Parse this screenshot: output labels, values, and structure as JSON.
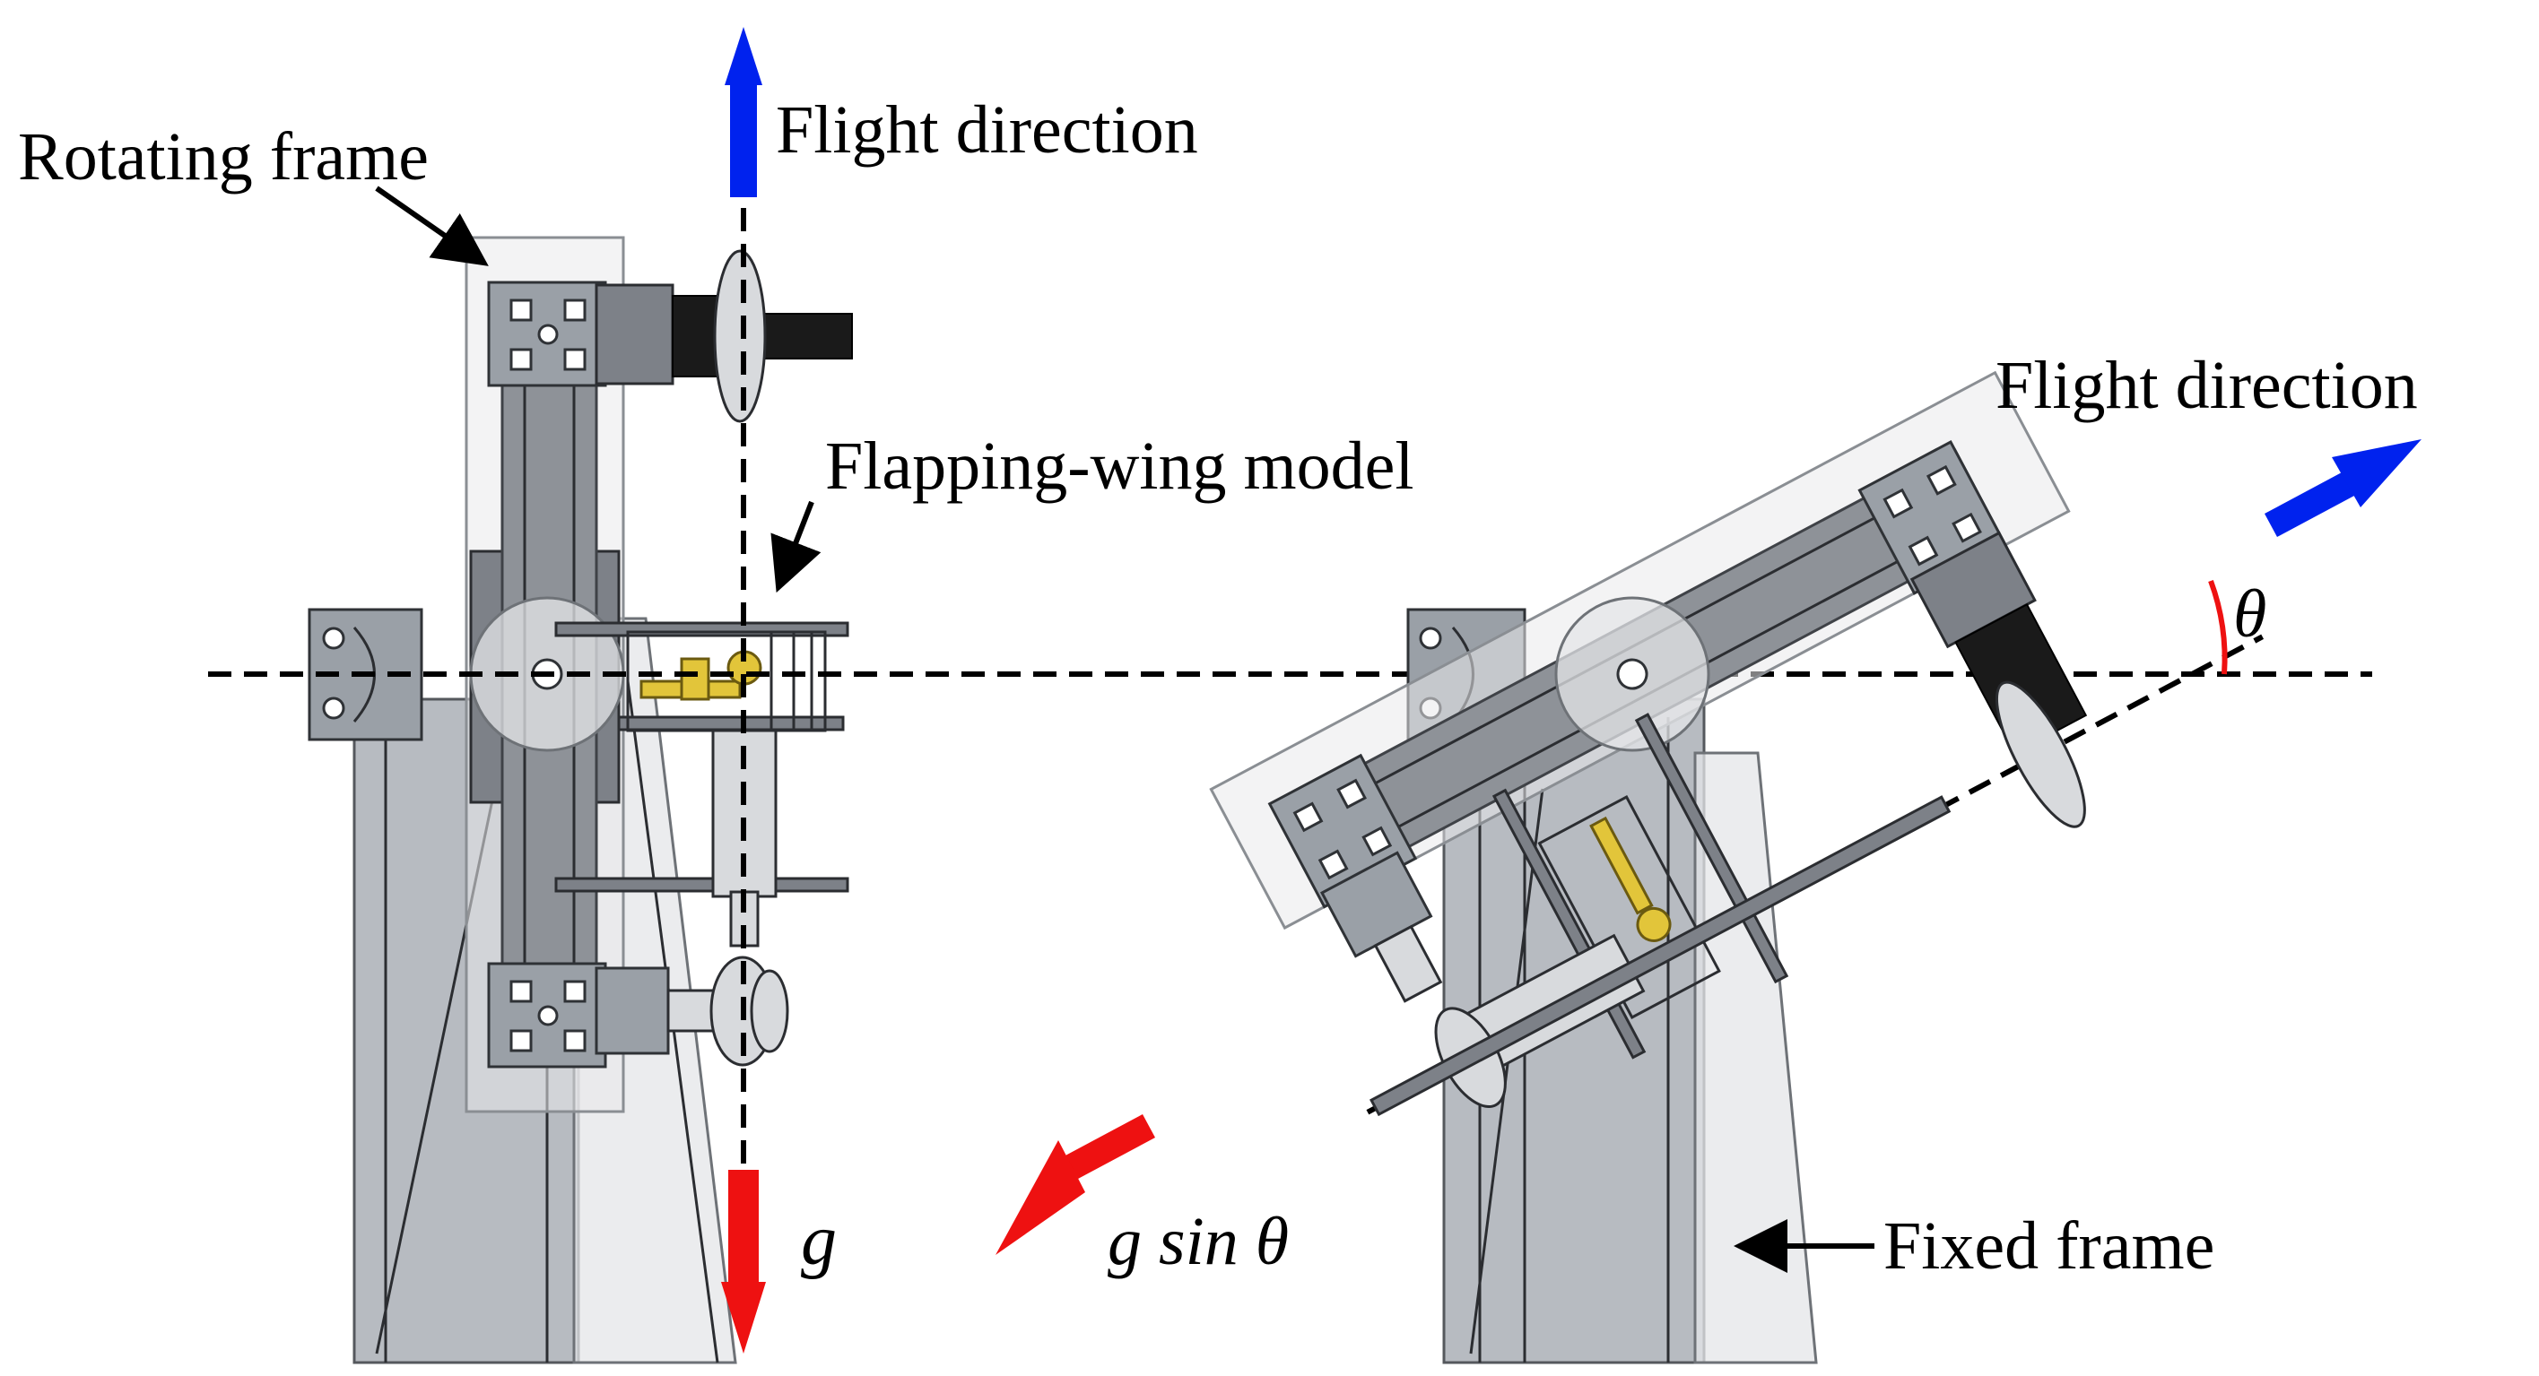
{
  "labels": {
    "rotating_frame": "Rotating frame",
    "flight_direction_left": "Flight direction",
    "flight_direction_right": "Flight direction",
    "flapping_wing_model": "Flapping-wing model",
    "theta": "θ",
    "gravity": "g",
    "gravity_component": "g sin θ",
    "fixed_frame": "Fixed frame"
  },
  "colors": {
    "flight_arrow": "#0022ee",
    "gravity_arrow": "#ee1111",
    "angle_arc": "#ee1111"
  }
}
